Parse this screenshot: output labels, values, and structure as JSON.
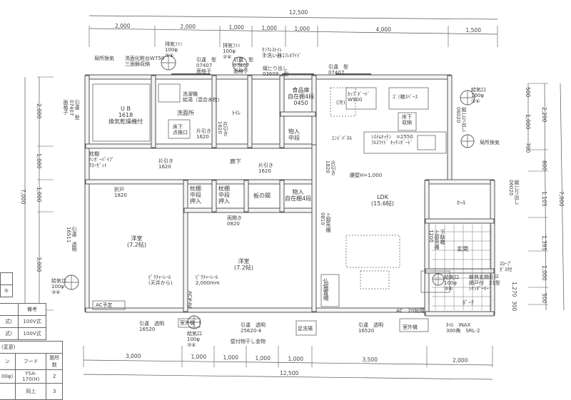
{
  "dimensions": {
    "top_total": "12,500",
    "top": [
      "2,000",
      "2,000",
      "1,000",
      "1,000",
      "1,000",
      "4,000",
      "1,500"
    ],
    "bottom": [
      "3,000",
      "1,000",
      "1,000",
      "1,000",
      "1,000",
      "3,500",
      "2,000"
    ],
    "bottom_total": "12,500",
    "left_total": "7,000",
    "left": [
      "2,000",
      "1,000",
      "1,000",
      "3,000"
    ],
    "right_total": "7,000",
    "right": [
      "2,200",
      "800",
      "1,105",
      "1,395",
      "1,000",
      "500"
    ],
    "right_inner": [
      "500",
      "1,000",
      "700"
    ],
    "entrance_height": "1,270",
    "porch_step": "300"
  },
  "rooms": {
    "bath": "U B\n1618\n換気乾燥機付",
    "washroom": "洗面所",
    "toilet": "ﾄｲﾚ",
    "pantry": "食品庫\n自在棚4段\n0450",
    "storage1": "物入\n中段",
    "corridor": "廊下",
    "closet_left": "枕棚\nﾊﾝｶﾞｰﾊﾟｲﾌﾟ\nｸﾛｰｾﾞｯﾄ",
    "oshiire1": "枕棚\n中段\n押入",
    "oshiire2": "枕棚\n中段\n押入",
    "itanoma": "板の間",
    "storage2": "物入\n自在棚4段",
    "western_left": "洋室\n(7.2帖)",
    "western_center": "洋室\n(7.2帖)",
    "ldk": "LDK\n(15.6帖)",
    "hall": "ﾎｰﾙ",
    "entrance": "玄関",
    "porch": "ﾎﾟｰﾁ",
    "butsuma": "仏壇置場"
  },
  "annotations": {
    "local_vent_left": "局所換気",
    "vanity": "洗面化粧台W750\n三面鏡収納",
    "fan1": "排気ﾌｧﾝ\n100φ\n②④",
    "window1": "引違　型\n07407\n面格子",
    "fan2": "排気ﾌｧﾝ\n100φ\n②④",
    "window2": "引違　型\n07407\n面格子",
    "tankless": "ﾀﾝｸﾚｽﾄｲﾚ\n手洗い器ｺﾌﾚﾙﾜｲﾄﾞ",
    "sash_top": "縦辷り出し\n03609　型",
    "window3": "引違　型\n07407",
    "washer": "洗濯機\n給湯（混合水栓）",
    "underfloor": "床下\n点検口",
    "slide_door1": "片引き\n1620",
    "slide_door2": "片引き\n1620",
    "slide_door3": "片引き\n1620",
    "slide_door4": "片引き\n1620",
    "slide_door_ldk": "片引き\n1820",
    "folding_door": "折戸\n1820",
    "double_door": "両開き\n0820",
    "cupboard": "ｶｯﾌﾟﾎﾞｰﾄﾞ\nW900",
    "trash": "ｺﾞﾐ箱ｽﾍﾟｰｽ",
    "fridge": "(冷)",
    "underfloor_storage": "床下\n収納",
    "supply_right_top": "給気口\n100φ\n③④",
    "kitchen": "ｼｽﾃﾑｷｯﾁﾝ　=2550\nﾌﾙｽﾗｲﾄﾞ ｷｯﾁﾝﾎﾞｰﾄﾞ",
    "end_panel": "ｴﾝﾄﾞﾊﾟﾈﾙ",
    "wall_height": "腰壁H=1,000",
    "local_vent_right": "局所換気",
    "window_right": "縦辷り出し\n06020",
    "window_hall": "縦辷り出し\n06020",
    "stair_box": "上部吊棚\n0810",
    "shoe_box": "下駄箱\n上部吊棚\n1200",
    "window_left_top": "引違　型\n07407\n面格子",
    "window_left_bottom": "引違　透明\n16511",
    "supply_left": "給気口\n100φ\n③④",
    "ac_left": "AC予定",
    "curtain1": "ﾋﾟｸﾁｬｰﾚｰﾙ\n(天井から)",
    "curtain2": "ﾋﾟｸﾁｬｰﾚｰﾙ\n2,000mm",
    "ac_center": "AC予定",
    "window_bottom1": "引違　透明\n16520",
    "outdoor_unit1": "室外機",
    "supply_bottom": "給気口\n100φ\n③④",
    "window_bottom2": "引違　透明\n25620-4",
    "drying_hardware": "壁付物干し金物",
    "foot_wash": "足洗場",
    "window_bottom3": "引違　透明\n16520",
    "ac_ldk": "AC　20帖用",
    "outdoor_unit2": "室外機",
    "tile": "ﾀｲﾙ　INAX\n300角　SRL-2",
    "supply_entrance": "給気口\n100φ\n③④",
    "entrance_door": "断熱玄関引戸\n網戸付　21型\nｼﾘﾝﾀﾞｰｷｰ",
    "slope": "ｽﾛｰﾌﾟ\nｶﾞｽ付"
  },
  "table1": {
    "partial_rows": [
      "",
      "キ"
    ],
    "header": "備考",
    "rows": [
      {
        "left": "式)",
        "note": "100V式"
      },
      {
        "left": "式)",
        "note": "100V式"
      }
    ]
  },
  "table2": {
    "title": "(変更)",
    "headers": [
      "ン",
      "フード",
      "箇所数"
    ],
    "rows": [
      [
        "00φ)",
        "YSA-170(H)",
        "2"
      ],
      [
        "",
        "同上",
        "3"
      ]
    ]
  }
}
